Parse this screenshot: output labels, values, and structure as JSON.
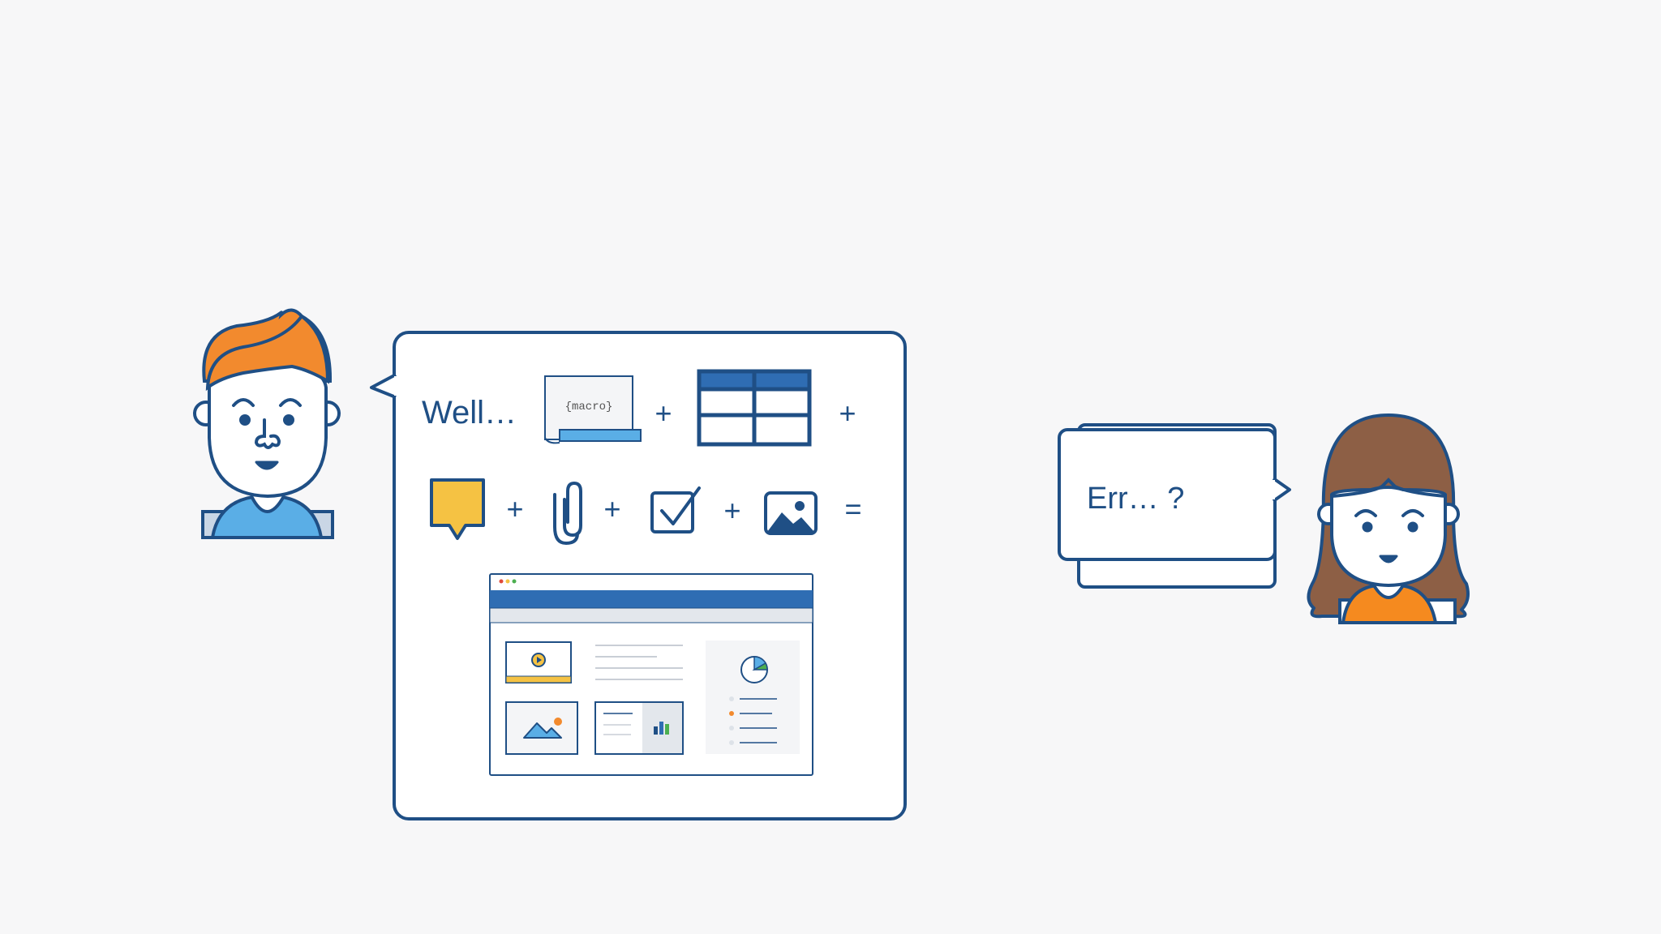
{
  "scene": {
    "left_speech": "Well…",
    "right_speech": "Err… ?",
    "macro_label": "{macro}",
    "plus_sign": "+",
    "equals_sign": "=",
    "icons": [
      "macro-scroll-icon",
      "table-icon",
      "comment-icon",
      "paperclip-icon",
      "checkbox-icon",
      "image-icon",
      "dashboard-page-icon"
    ]
  },
  "colors": {
    "outline": "#1f4f85",
    "brand_blue": "#2f6db3",
    "orange_hair": "#f28a2e",
    "brown_hair": "#8d5f45",
    "shirt_blue": "#5aaee6",
    "shirt_orange": "#f58a1f",
    "comment_yellow": "#f5c243",
    "background": "#f7f7f8"
  }
}
